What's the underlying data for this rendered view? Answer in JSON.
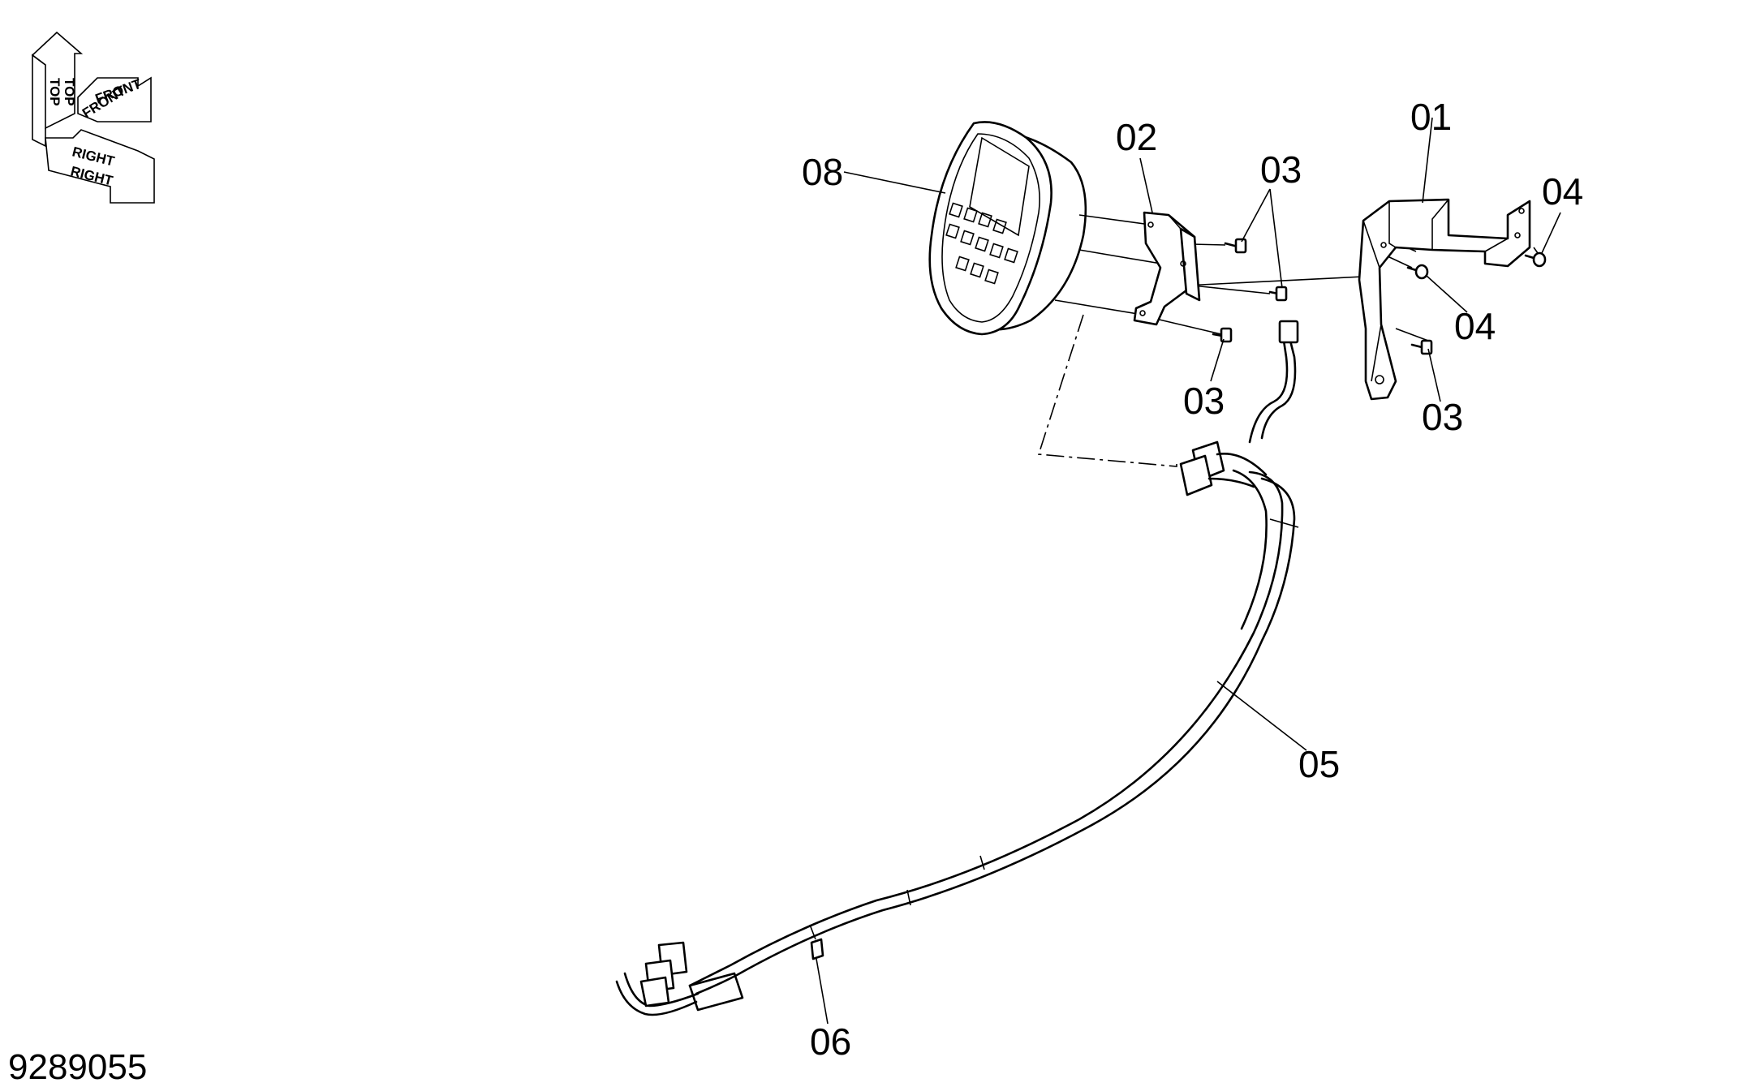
{
  "drawing_number": "9289055",
  "orientation": {
    "top": "TOP",
    "front": "FRONT",
    "right": "RIGHT"
  },
  "callouts": {
    "c01": "01",
    "c02": "02",
    "c03a": "03",
    "c03b": "03",
    "c03c": "03",
    "c04a": "04",
    "c04b": "04",
    "c05": "05",
    "c06": "06",
    "c08": "08"
  }
}
